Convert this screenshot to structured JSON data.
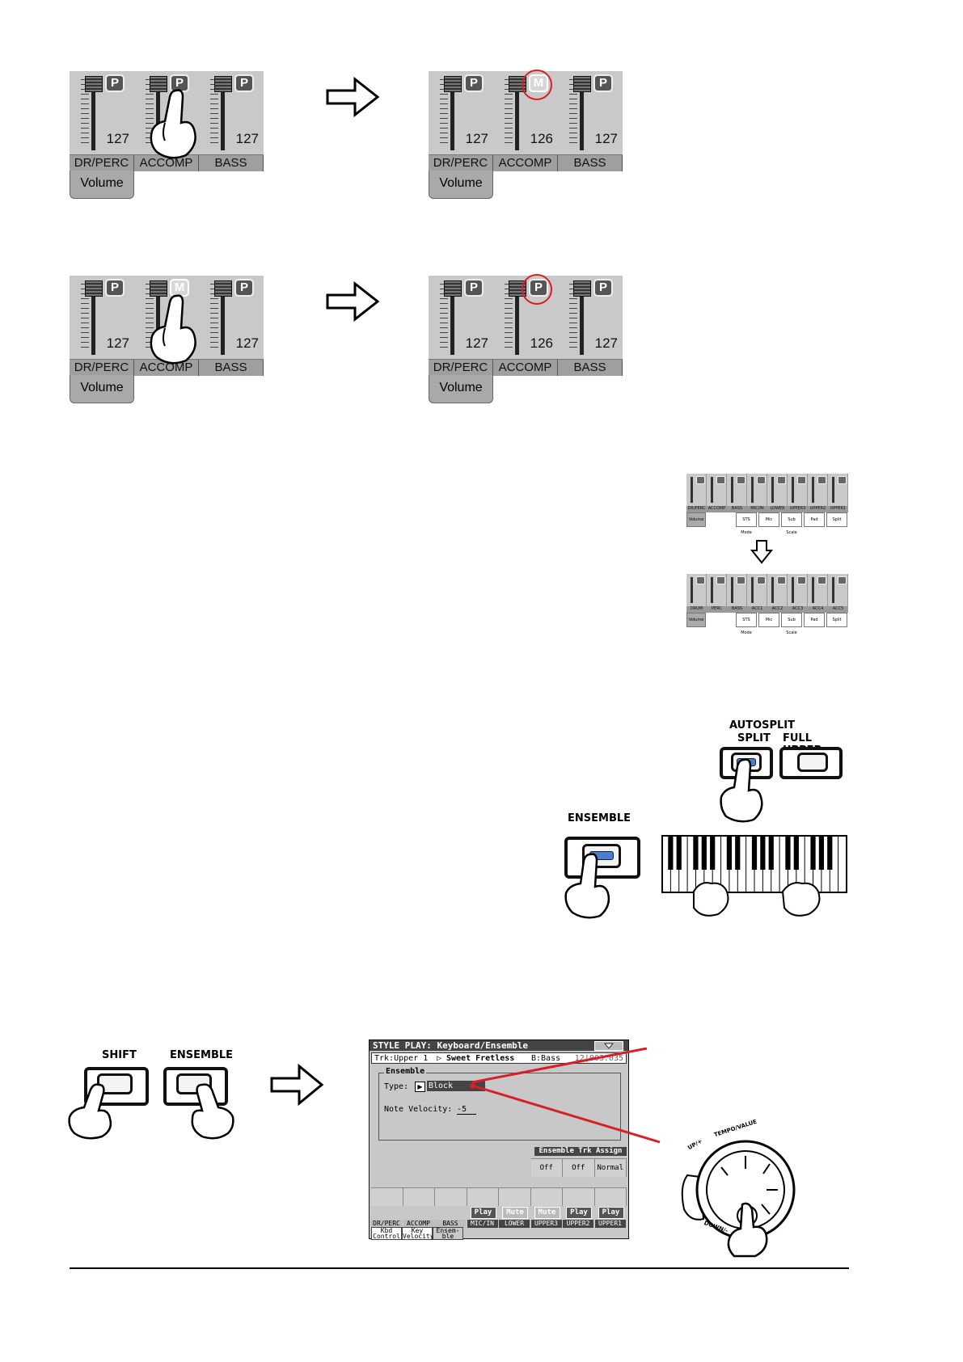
{
  "mixer": {
    "channels": [
      "DR/PERC",
      "ACCOMP",
      "BASS"
    ],
    "values": [
      "127",
      "126",
      "127"
    ],
    "tab": "Volume",
    "play_label": "P",
    "mute_label": "M"
  },
  "small_mixer": {
    "a_labels": [
      "DR/PERC",
      "ACCOMP",
      "BASS",
      "MIC/IN",
      "LOWER",
      "UPPER3",
      "UPPER2",
      "UPPER1"
    ],
    "b_labels": [
      "DRUM",
      "PERC",
      "BASS",
      "ACC1",
      "ACC2",
      "ACC3",
      "ACC4",
      "ACC5"
    ],
    "tab": "Volume",
    "buttons": [
      "STS Mode",
      "Mic",
      "Sub Scale",
      "Pad",
      "Split"
    ]
  },
  "panel_buttons": {
    "split_group": "AUTOSPLIT",
    "split": "SPLIT",
    "full_upper": "FULL UPPER",
    "ensemble_small": "ENSEMBLE",
    "shift": "SHIFT",
    "ensemble": "ENSEMBLE"
  },
  "dial": {
    "label": "TEMPO/VALUE",
    "up": "UP/+",
    "down": "DOWN/-"
  },
  "screen": {
    "title": "STYLE PLAY: Keyboard/Ensemble",
    "track": "Trk:Upper 1",
    "sound": "Sweet Fretless",
    "bass": "B:Bass",
    "position": "12|003.035",
    "ensemble_label": "Ensemble",
    "type_label": "Type:",
    "type_value": "Block",
    "velocity_label": "Note Velocity:",
    "velocity_value": "-5",
    "assign_label": "Ensemble Trk Assign",
    "assign_values": [
      "Off",
      "Off",
      "Normal"
    ],
    "play_buttons": [
      "Play",
      "Mute",
      "Mute",
      "Play",
      "Play"
    ],
    "tracks": [
      "DR/PERC",
      "ACCOMP",
      "BASS",
      "MIC/IN",
      "LOWER",
      "UPPER3",
      "UPPER2",
      "UPPER1"
    ],
    "tabs": [
      "Kbd Control",
      "Key Velocity",
      "Ensem- ble"
    ]
  },
  "colors": {
    "accent_red": "#d81f26",
    "led_blue": "#4e7ccf"
  }
}
